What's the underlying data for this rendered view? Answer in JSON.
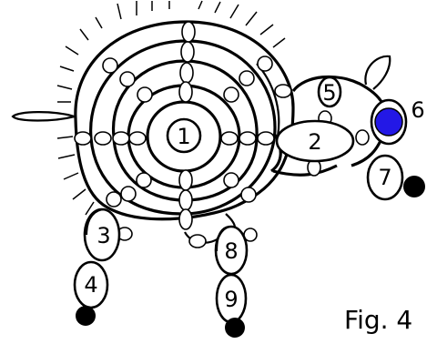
{
  "figure": {
    "caption": "Fig. 4",
    "labels": [
      "1",
      "2",
      "3",
      "4",
      "5",
      "6",
      "7",
      "8",
      "9"
    ],
    "colors": {
      "line": "#000000",
      "eye": "#2318e6",
      "background": "#ffffff"
    }
  }
}
